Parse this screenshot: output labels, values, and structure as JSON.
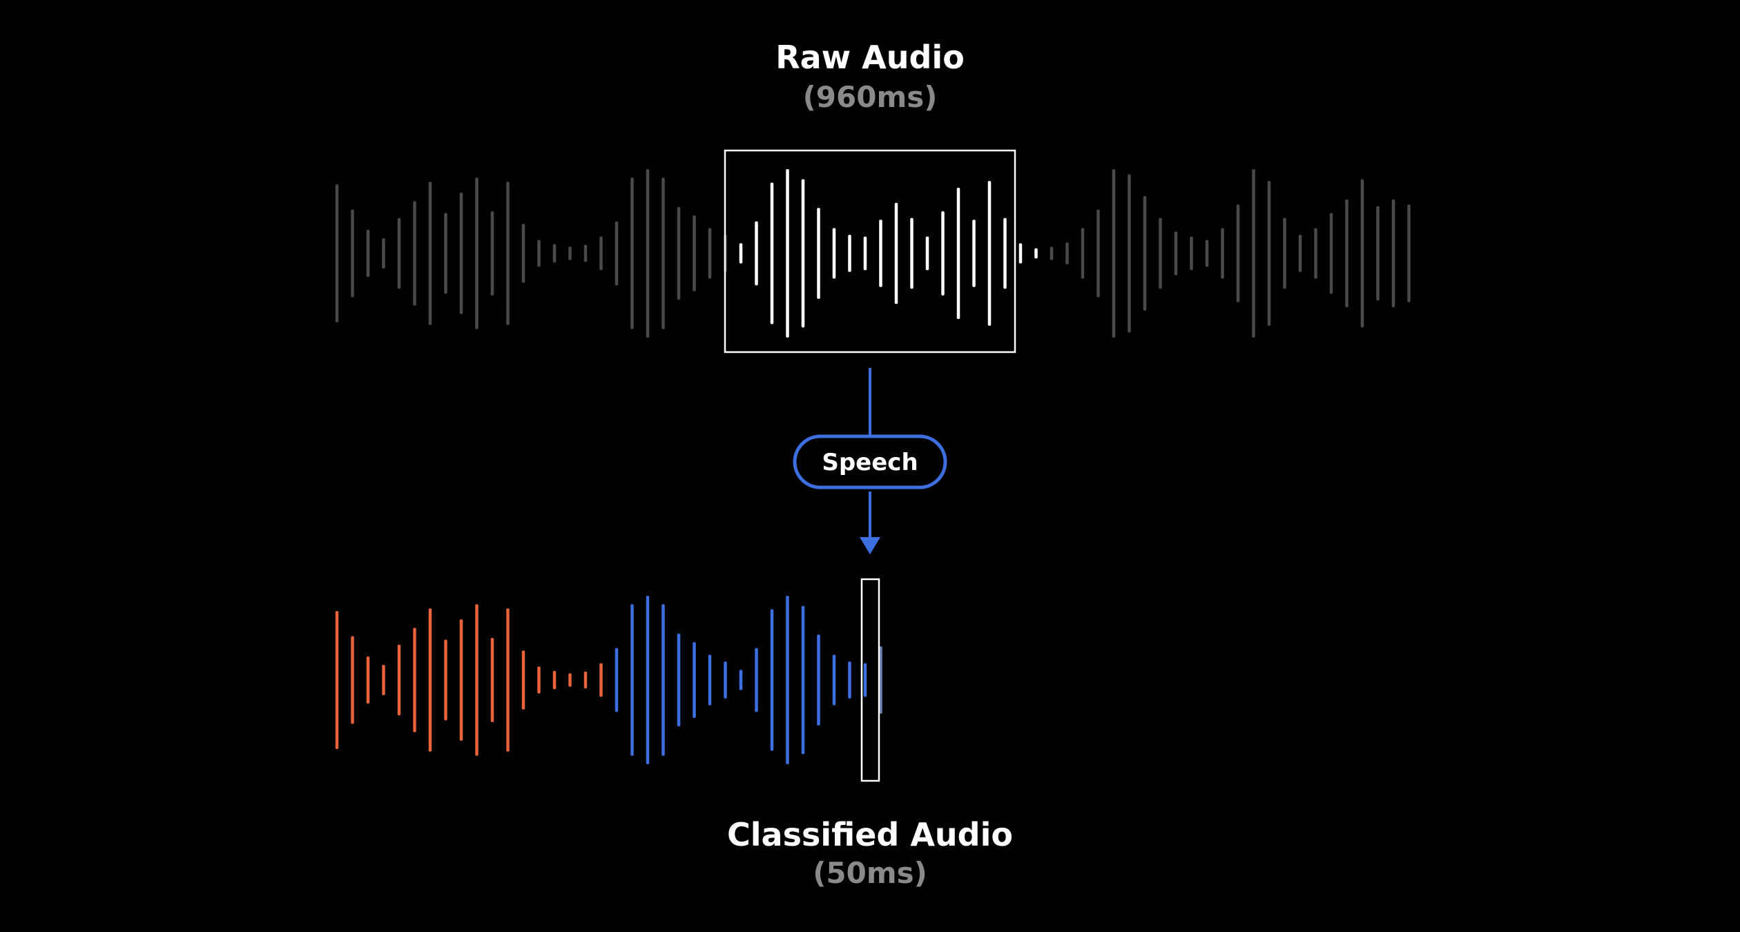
{
  "raw": {
    "title": "Raw Audio",
    "duration": "(960ms)"
  },
  "classified": {
    "title": "Classified Audio",
    "duration": "(50ms)"
  },
  "pill": {
    "label": "Speech"
  },
  "colors": {
    "background": "#000000",
    "raw_dim": "#4a4a4a",
    "raw_active": "#ffffff",
    "noise": "#e8623a",
    "speech": "#3d6fe0",
    "pending": "#6d7fb0",
    "label_gray": "#8a8a8a"
  },
  "waveform": {
    "amplitudes": [
      0.82,
      0.52,
      0.28,
      0.18,
      0.42,
      0.62,
      0.85,
      0.48,
      0.72,
      0.9,
      0.5,
      0.85,
      0.35,
      0.16,
      0.11,
      0.08,
      0.1,
      0.2,
      0.38,
      0.9,
      1.0,
      0.9,
      0.55,
      0.45,
      0.3,
      0.22,
      0.12,
      0.38,
      0.84,
      1.0,
      0.88,
      0.54,
      0.3,
      0.22,
      0.2,
      0.4,
      0.6,
      0.42,
      0.2,
      0.5,
      0.78,
      0.4,
      0.86,
      0.42,
      0.12,
      0.06,
      0.08,
      0.13,
      0.3,
      0.52,
      1.0,
      0.94,
      0.68,
      0.42,
      0.26,
      0.2,
      0.16,
      0.3,
      0.58,
      1.0,
      0.86,
      0.42,
      0.22,
      0.3,
      0.48,
      0.64,
      0.88,
      0.56,
      0.64,
      0.58
    ]
  },
  "classified_waveform": {
    "bar_count": 36,
    "segments": [
      {
        "label": "noise",
        "from_bar": 0,
        "to_bar": 17
      },
      {
        "label": "speech",
        "from_bar": 18,
        "to_bar": 34
      },
      {
        "label": "pending",
        "from_bar": 35,
        "to_bar": 35
      }
    ]
  },
  "raw_window": {
    "from_bar": 26,
    "to_bar": 45
  }
}
